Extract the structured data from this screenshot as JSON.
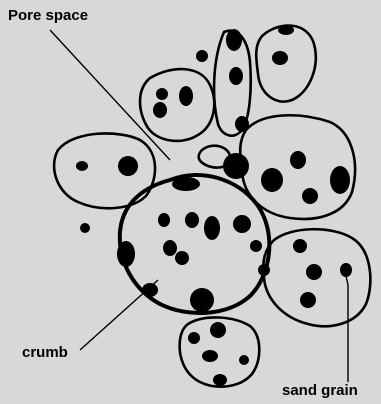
{
  "diagram": {
    "labels": {
      "pore_space": "Pore space",
      "crumb": "crumb",
      "sand_grain": "sand grain"
    },
    "colors": {
      "background": "#d8d8d8",
      "outline": "#000000",
      "grain": "#000000",
      "text": "#000000"
    }
  }
}
